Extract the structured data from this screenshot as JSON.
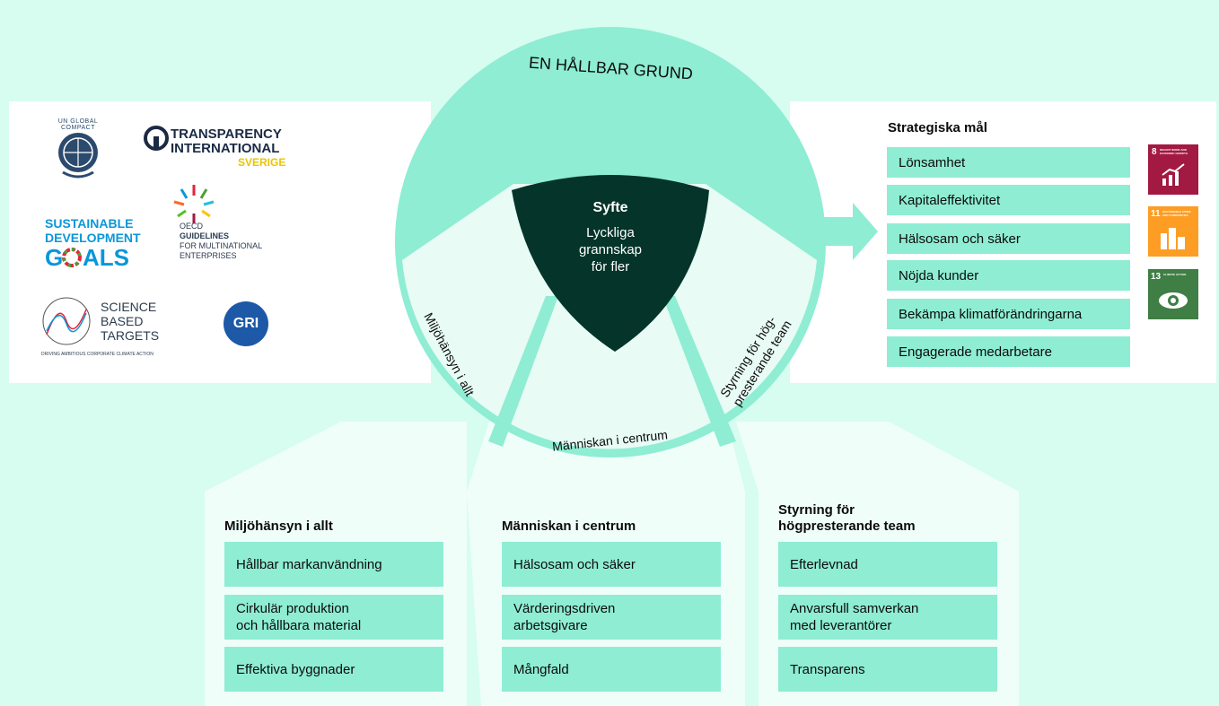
{
  "wheel": {
    "ring_label": "EN HÅLLBAR GRUND",
    "center_title": "Syfte",
    "center_line1": "Lyckliga",
    "center_line2": "grannskap",
    "center_line3": "för fler",
    "segment_left": "Miljöhänsyn i allt",
    "segment_bottom": "Människan i centrum",
    "segment_right_line1": "Styrning för hög-",
    "segment_right_line2": "presterande team"
  },
  "logos": {
    "un_global_compact": "UN GLOBAL COMPACT",
    "ti_line1": "TRANSPARENCY",
    "ti_line2": "INTERNATIONAL",
    "ti_line3": "SVERIGE",
    "sdg_line1": "SUSTAINABLE",
    "sdg_line2": "DEVELOPMENT",
    "sdg_line3_a": "G",
    "sdg_line3_b": "ALS",
    "oecd_line1": "OECD",
    "oecd_line2": "GUIDELINES",
    "oecd_line3": "FOR MULTINATIONAL",
    "oecd_line4": "ENTERPRISES",
    "sbt_line1": "SCIENCE",
    "sbt_line2": "BASED",
    "sbt_line3": "TARGETS",
    "sbt_tagline": "DRIVING AMBITIOUS CORPORATE CLIMATE ACTION",
    "gri": "GRI"
  },
  "strategic": {
    "title": "Strategiska mål",
    "items": [
      "Lönsamhet",
      "Kapitaleffektivitet",
      "Hälsosam och säker",
      "Nöjda kunder",
      "Bekämpa klimatförändringarna",
      "Engagerade medarbetare"
    ]
  },
  "sdg_icons": [
    {
      "number": "8",
      "label": "DECENT WORK AND ECONOMIC GROWTH",
      "color": "#a21942"
    },
    {
      "number": "11",
      "label": "SUSTAINABLE CITIES AND COMMUNITIES",
      "color": "#fd9d24"
    },
    {
      "number": "13",
      "label": "CLIMATE ACTION",
      "color": "#3f7e44"
    }
  ],
  "columns": [
    {
      "title_line1": "Miljöhänsyn i allt",
      "title_line2": "",
      "items": [
        {
          "line1": "Hållbar markanvändning",
          "line2": ""
        },
        {
          "line1": "Cirkulär produktion",
          "line2": "och hållbara material"
        },
        {
          "line1": "Effektiva byggnader",
          "line2": ""
        }
      ]
    },
    {
      "title_line1": "Människan i centrum",
      "title_line2": "",
      "items": [
        {
          "line1": "Hälsosam och säker",
          "line2": ""
        },
        {
          "line1": "Värderingsdriven",
          "line2": "arbetsgivare"
        },
        {
          "line1": "Mångfald",
          "line2": ""
        }
      ]
    },
    {
      "title_line1": "Styrning för",
      "title_line2": "högpresterande team",
      "items": [
        {
          "line1": "Efterlevnad",
          "line2": ""
        },
        {
          "line1": "Anvarsfull samverkan",
          "line2": "med leverantörer"
        },
        {
          "line1": "Transparens",
          "line2": ""
        }
      ]
    }
  ],
  "colors": {
    "background": "#d6fdf0",
    "ring": "#8eedd3",
    "inner_light": "#e8fbf5",
    "shield": "#04342a",
    "box": "#8eedd3",
    "panel": "#f0fefa"
  }
}
